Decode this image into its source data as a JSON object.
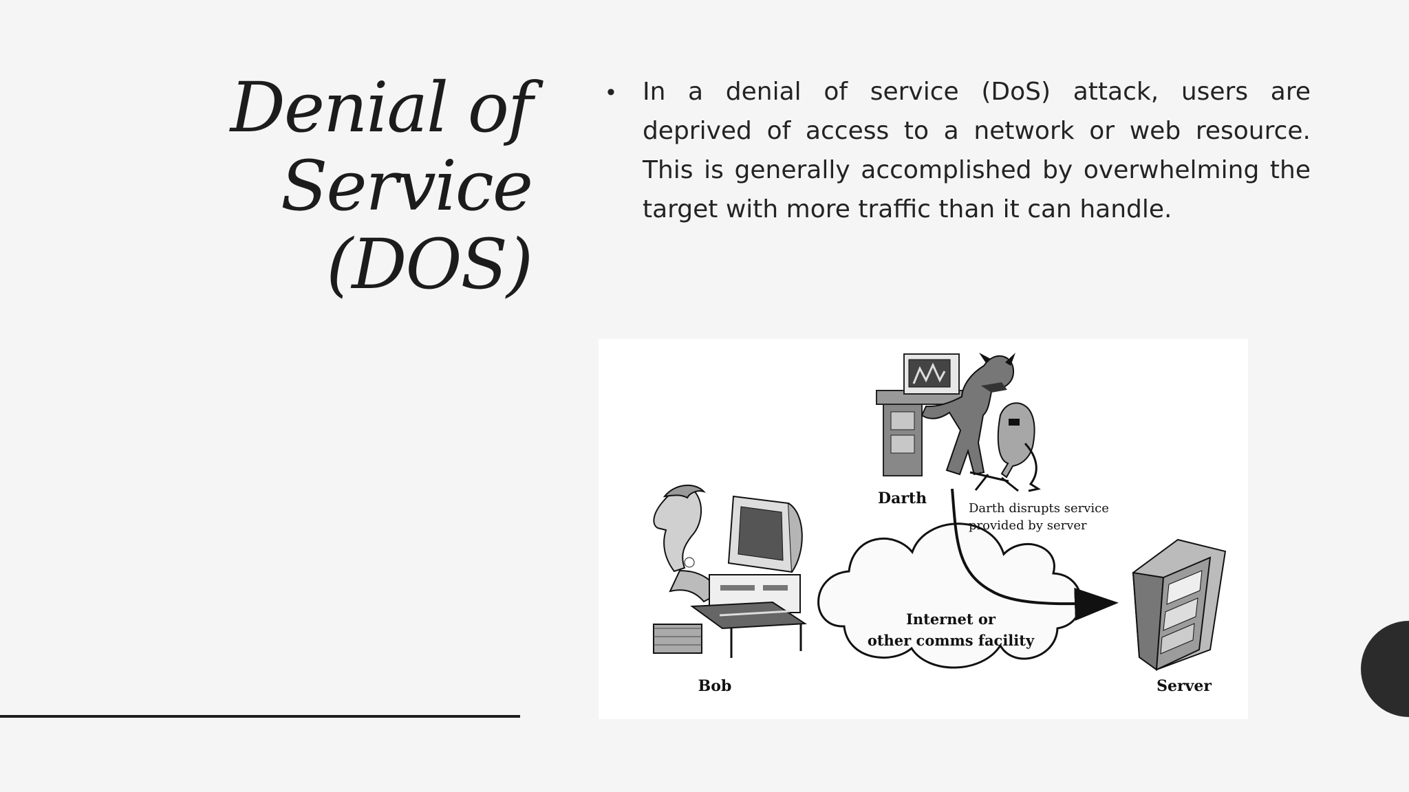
{
  "slide": {
    "title_lines": [
      "Denial of",
      "Service",
      "(DOS)"
    ],
    "bullet": "In a denial of service (DoS) attack, users are deprived of access to a network or web resource. This is generally accomplished by overwhelming the target with more traffic than it can handle."
  },
  "diagram": {
    "darth_label": "Darth",
    "annotation_line1": "Darth disrupts service",
    "annotation_line2": "provided by server",
    "cloud_line1": "Internet or",
    "cloud_line2": "other comms facility",
    "bob_label": "Bob",
    "server_label": "Server"
  },
  "colors": {
    "background": "#f5f5f5",
    "text": "#222222",
    "accent_circle": "#2b2b2b"
  }
}
